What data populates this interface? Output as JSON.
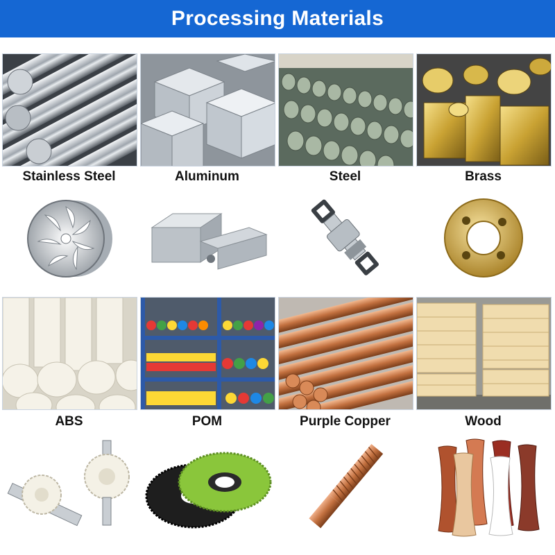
{
  "title": "Processing Materials",
  "materials": [
    {
      "name": "Stainless Steel",
      "photo_icon": "stainless-steel-bars-icon",
      "part_icon": "stainless-steel-wheel-part-icon"
    },
    {
      "name": "Aluminum",
      "photo_icon": "aluminum-blocks-icon",
      "part_icon": "aluminum-bracket-part-icon"
    },
    {
      "name": "Steel",
      "photo_icon": "steel-rods-icon",
      "part_icon": "steel-shaft-part-icon"
    },
    {
      "name": "Brass",
      "photo_icon": "brass-rods-icon",
      "part_icon": "brass-ring-part-icon"
    },
    {
      "name": "ABS",
      "photo_icon": "abs-rods-icon",
      "part_icon": "abs-gear-part-icon"
    },
    {
      "name": "POM",
      "photo_icon": "pom-rods-shelf-icon",
      "part_icon": "pom-gear-part-icon"
    },
    {
      "name": "Purple Copper",
      "photo_icon": "copper-rods-icon",
      "part_icon": "copper-threaded-rod-part-icon"
    },
    {
      "name": "Wood",
      "photo_icon": "wood-stacks-icon",
      "part_icon": "wood-turned-parts-icon"
    }
  ],
  "colors": {
    "banner": "#1567d3",
    "text": "#111111",
    "copper": "#c2703f",
    "brass": "#c9a233",
    "pom_green": "#8ac63b"
  }
}
